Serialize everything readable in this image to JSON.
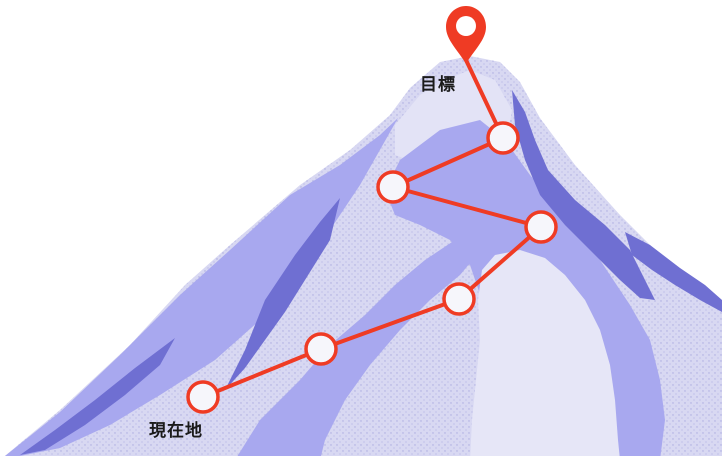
{
  "labels": {
    "goal": "目標",
    "current_location": "現在地"
  },
  "colors": {
    "mountain_light": "#d8d8f2",
    "mountain_mid": "#a8a8ef",
    "mountain_dark": "#6f6fd2",
    "route": "#ef3b24",
    "node_fill": "#f6f6fb",
    "pin": "#ef3b24"
  },
  "icons": {
    "goal_marker": "map-pin-icon"
  },
  "route": {
    "waypoint_count": 7
  }
}
